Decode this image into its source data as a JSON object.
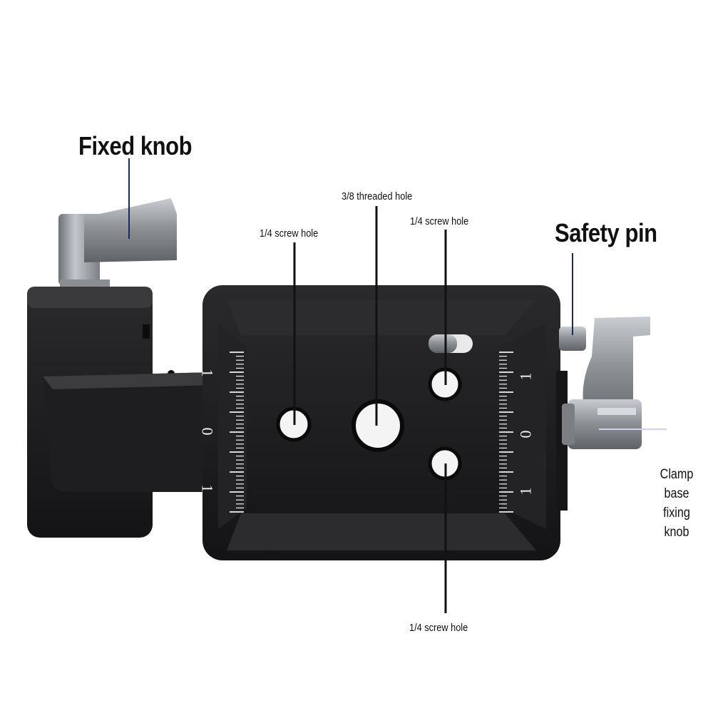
{
  "labels": {
    "fixed_knob": "Fixed knob",
    "safety_pin": "Safety pin",
    "threaded_hole": "3/8 threaded hole",
    "screw_hole_left": "1/4 screw hole",
    "screw_hole_right": "1/4 screw hole",
    "screw_hole_bottom": "1/4 screw hole",
    "clamp_knob": [
      "Clamp",
      "base",
      "fixing",
      "knob"
    ]
  },
  "scale_left": [
    "1",
    "0",
    "1"
  ],
  "scale_right": [
    "1",
    "0",
    "1"
  ],
  "colors": {
    "body": "#1c1c1e",
    "body_edge": "#3a3a3c",
    "metal": "#9a9ea2",
    "scale_marks": "#f2f2f2",
    "background": "#ffffff"
  }
}
